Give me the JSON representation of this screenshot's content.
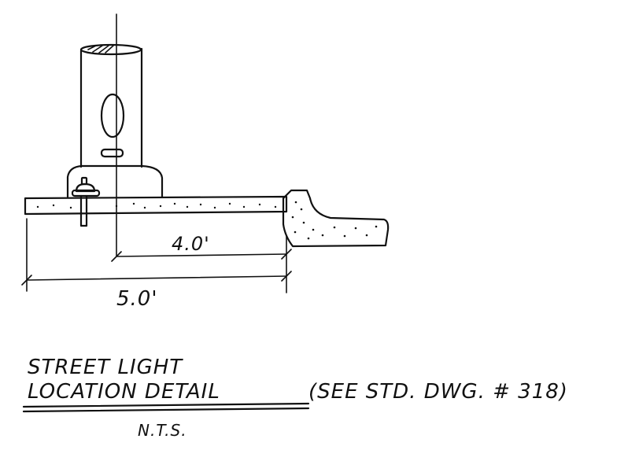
{
  "dimensions": {
    "pole_to_curb": "4.0'",
    "total_width": "5.0'"
  },
  "title": {
    "line1": "STREET LIGHT",
    "line2": "LOCATION DETAIL",
    "reference": "(SEE STD. DWG. # 318)",
    "scale_note": "N.T.S."
  }
}
